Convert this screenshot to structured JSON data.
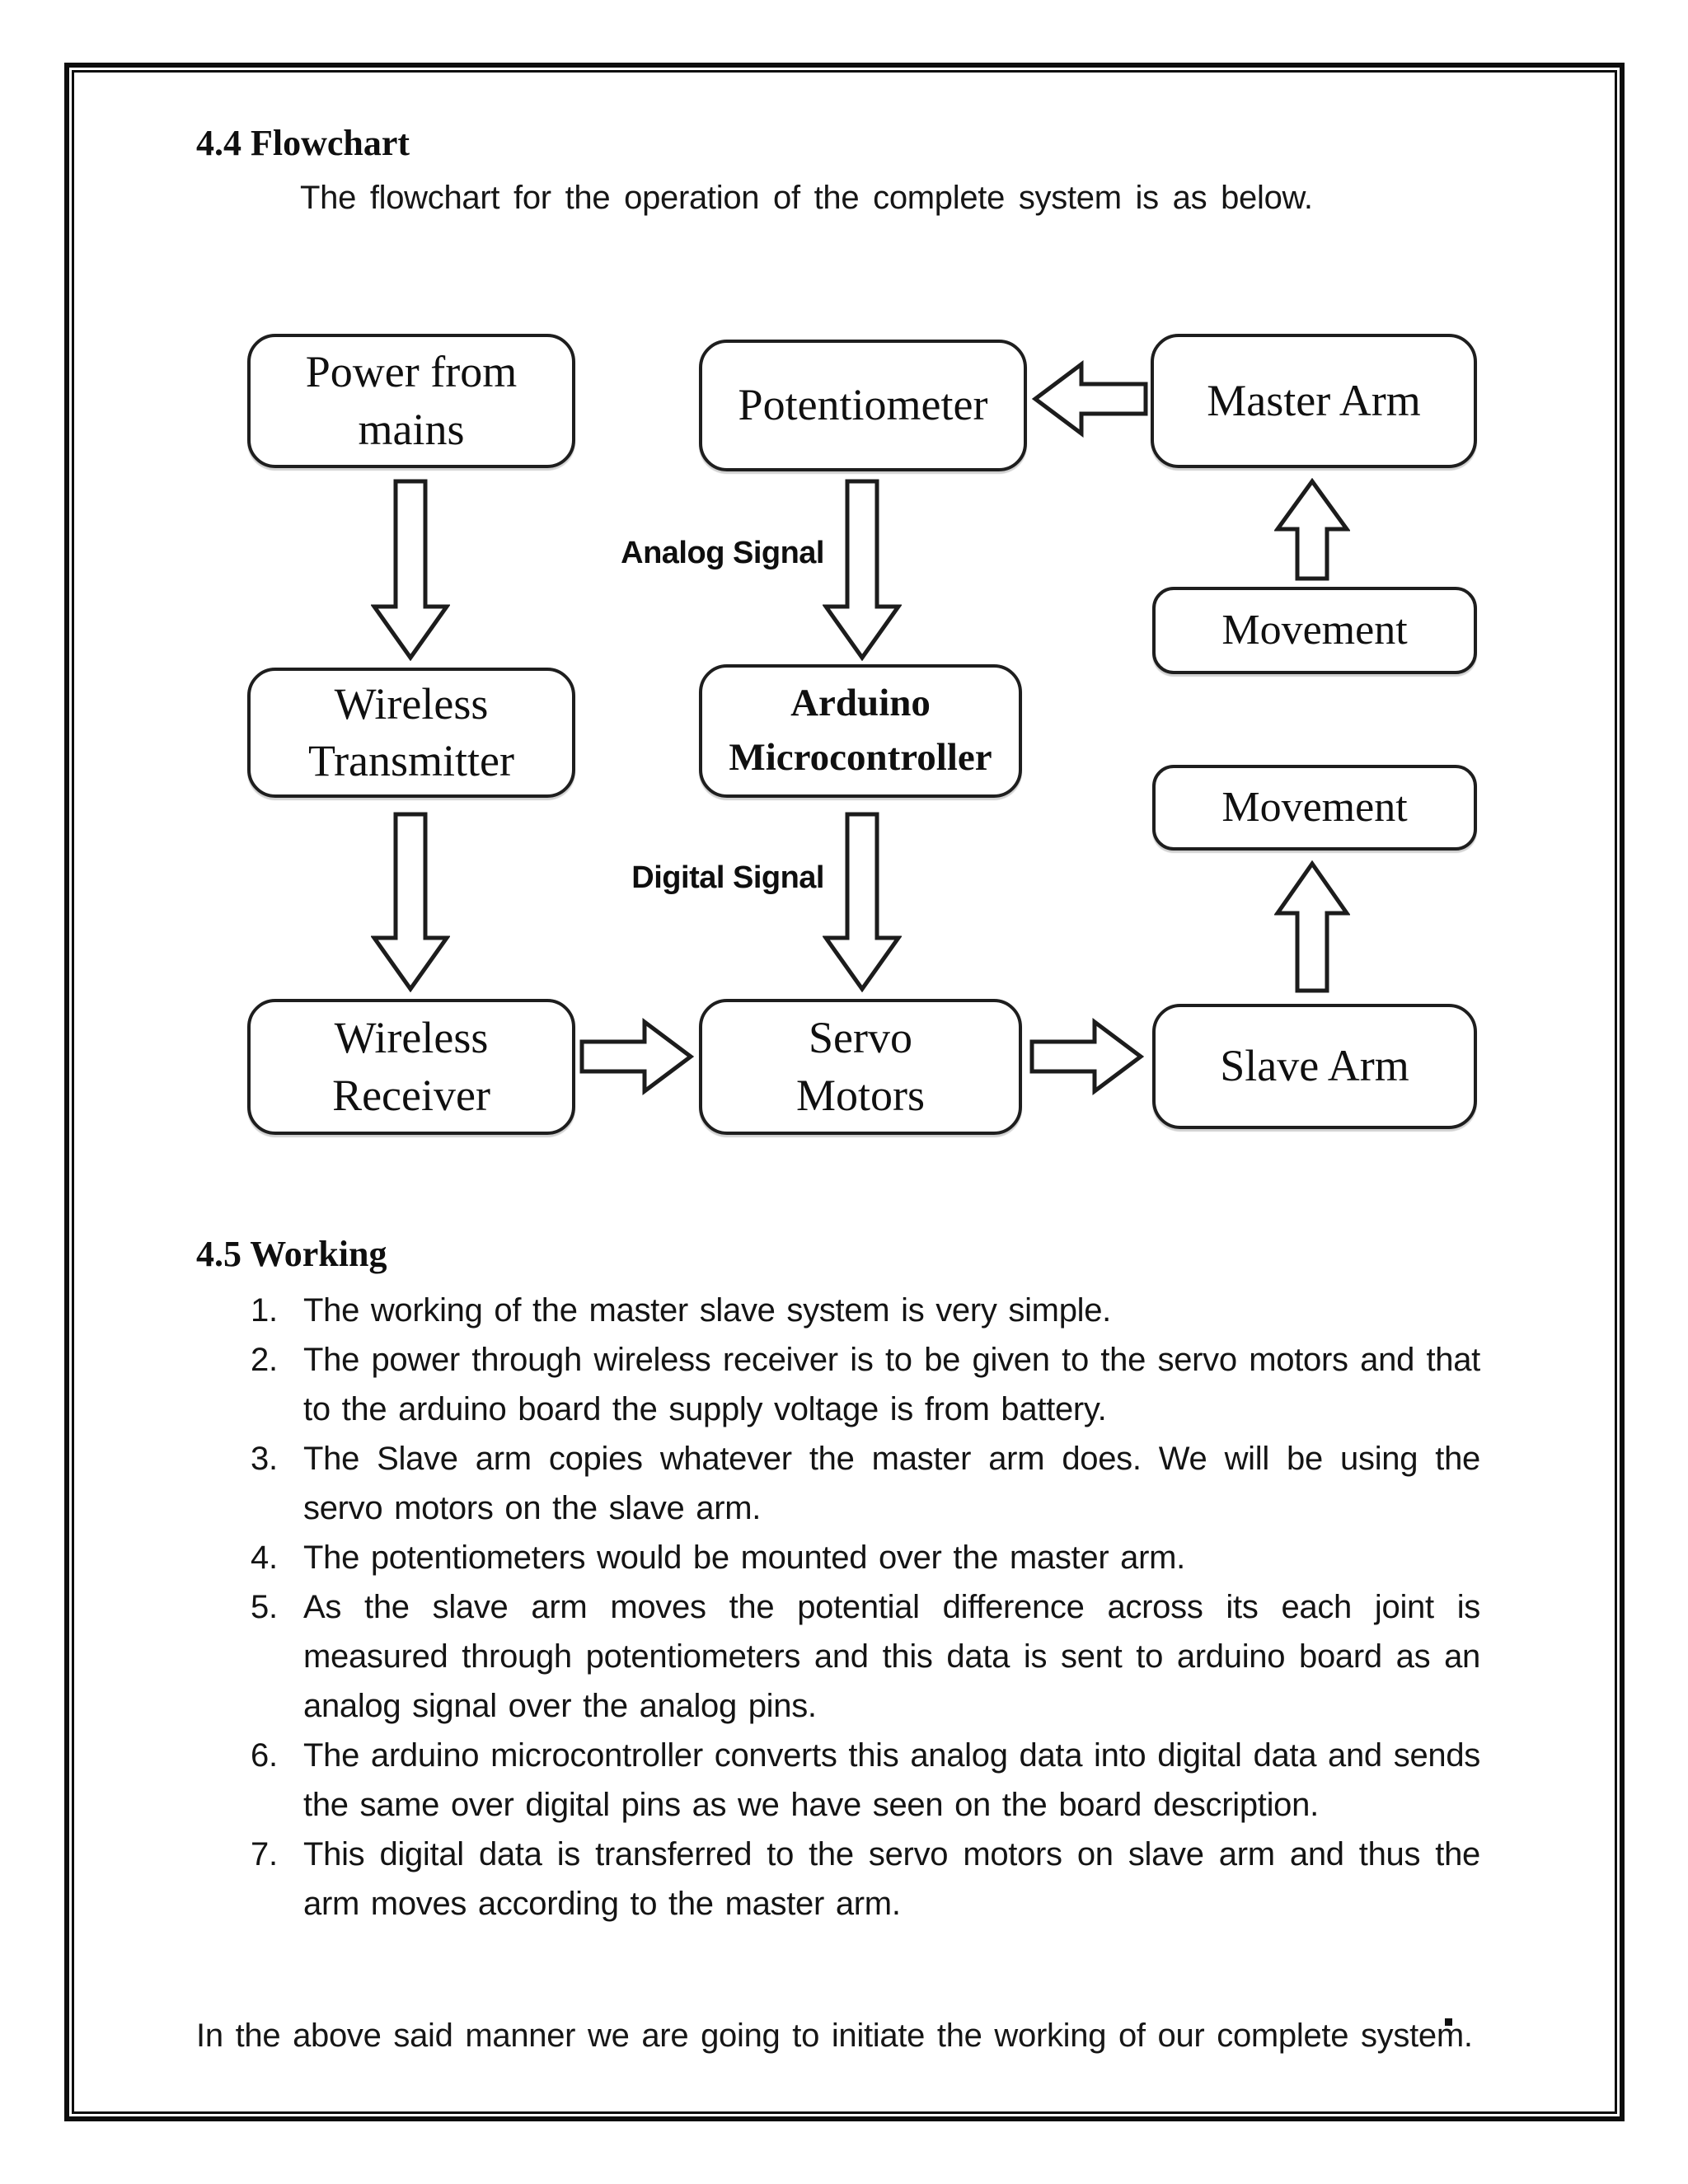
{
  "document": {
    "flowchart_section": {
      "heading": "4.4 Flowchart",
      "intro": "The flowchart for the operation of the complete system is as below."
    },
    "working_section": {
      "heading": "4.5 Working",
      "items": [
        {
          "num": "1.",
          "text": "The working of the master slave system is very simple."
        },
        {
          "num": "2.",
          "text": "The power through wireless receiver is to be given to the servo motors and that to the arduino board the supply voltage is from battery."
        },
        {
          "num": "3.",
          "text": "The Slave arm copies whatever the master arm does. We will be using the servo motors on the slave arm."
        },
        {
          "num": "4.",
          "text": "The potentiometers would be mounted over the master arm."
        },
        {
          "num": "5.",
          "text": "As the slave arm moves the potential difference across its each joint is measured through potentiometers and this data is sent to arduino board as an analog signal over the analog pins."
        },
        {
          "num": "6.",
          "text": "The arduino microcontroller converts this analog data into digital data and sends the same over digital pins as we have seen on the board description."
        },
        {
          "num": "7.",
          "text": "This digital data is transferred to the servo motors on slave arm and thus the arm moves according to the master arm."
        }
      ],
      "closing": "In the above said manner we are going to initiate the working of our complete system."
    }
  },
  "flowchart": {
    "nodes": {
      "power_from_mains": {
        "lines": [
          "Power from",
          "mains"
        ]
      },
      "potentiometer": {
        "lines": [
          "Potentiometer"
        ]
      },
      "master_arm": {
        "lines": [
          "Master Arm"
        ]
      },
      "wireless_transmitter": {
        "lines": [
          "Wireless",
          "Transmitter"
        ]
      },
      "arduino_microcontroller": {
        "lines": [
          "Arduino",
          "Microcontroller"
        ]
      },
      "movement_upper": {
        "lines": [
          "Movement"
        ]
      },
      "movement_lower": {
        "lines": [
          "Movement"
        ]
      },
      "wireless_receiver": {
        "lines": [
          "Wireless",
          "Receiver"
        ]
      },
      "servo_motors": {
        "lines": [
          "Servo",
          "Motors"
        ]
      },
      "slave_arm": {
        "lines": [
          "Slave Arm"
        ]
      }
    },
    "edge_labels": {
      "analog": "Analog Signal",
      "digital": "Digital Signal"
    },
    "colors": {
      "ink": "#141414",
      "box_border": "#1e1e1e",
      "page_border": "#0d0d0d",
      "background": "#ffffff"
    }
  }
}
